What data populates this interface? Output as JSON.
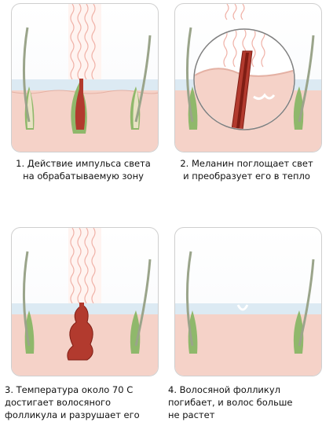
{
  "steps": [
    {
      "id": 1,
      "caption_lines": [
        "1. Действие импульса света",
        "на обрабатываемую зону"
      ]
    },
    {
      "id": 2,
      "caption_lines": [
        "2. Меланин поглощает свет",
        "и преобразует его в тепло"
      ]
    },
    {
      "id": 3,
      "caption_lines": [
        "3. Температура около 70 С",
        "достигает волосяного",
        "фолликула и разрушает его"
      ]
    },
    {
      "id": 4,
      "caption_lines": [
        "4. Волосяной фолликул",
        "погибает, и волос больше",
        "не растет"
      ]
    }
  ],
  "colors": {
    "skin": "#f5d2c8",
    "skin_dark": "#e4b1a4",
    "epidermis": "#dceaf3",
    "follicle": "#8fb86b",
    "hair": "#b23a2e",
    "hair_dark": "#7f1d14",
    "light_wave": "#f0b2a8"
  }
}
